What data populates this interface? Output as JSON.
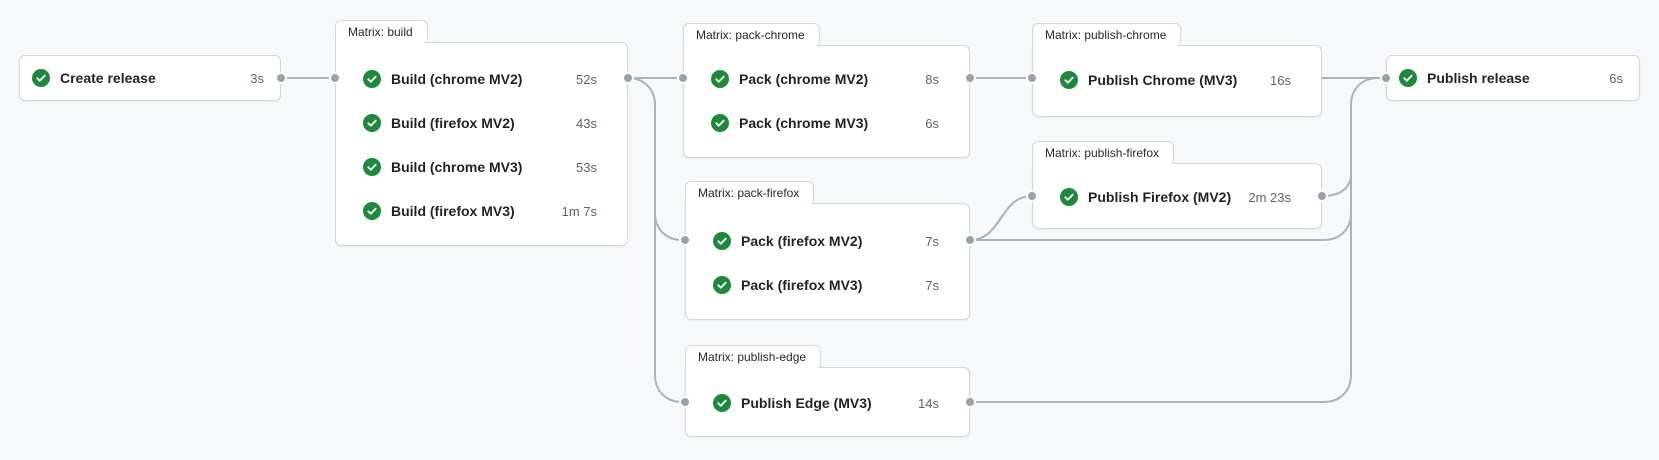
{
  "app": {
    "view": "workflow-run-graph"
  },
  "colors": {
    "background": "#f6f8fa",
    "card_background": "#ffffff",
    "card_border": "#d0d7de",
    "edge": "#a8b3bc",
    "connector_dot": "#98a2ac",
    "success_icon": "#1f883d",
    "job_text": "#1f2328",
    "duration_text": "#59636e"
  },
  "icons": {
    "status": "check-circle-icon"
  },
  "nodes": {
    "create_release": {
      "label": "Create release",
      "duration": "3s",
      "status": "success"
    },
    "build": {
      "tab": "Matrix: build",
      "rows": [
        {
          "label": "Build (chrome MV2)",
          "duration": "52s",
          "status": "success"
        },
        {
          "label": "Build (firefox MV2)",
          "duration": "43s",
          "status": "success"
        },
        {
          "label": "Build (chrome MV3)",
          "duration": "53s",
          "status": "success"
        },
        {
          "label": "Build (firefox MV3)",
          "duration": "1m 7s",
          "status": "success"
        }
      ]
    },
    "pack_chrome": {
      "tab": "Matrix: pack-chrome",
      "rows": [
        {
          "label": "Pack (chrome MV2)",
          "duration": "8s",
          "status": "success"
        },
        {
          "label": "Pack (chrome MV3)",
          "duration": "6s",
          "status": "success"
        }
      ]
    },
    "pack_firefox": {
      "tab": "Matrix: pack-firefox",
      "rows": [
        {
          "label": "Pack (firefox MV2)",
          "duration": "7s",
          "status": "success"
        },
        {
          "label": "Pack (firefox MV3)",
          "duration": "7s",
          "status": "success"
        }
      ]
    },
    "publish_chrome": {
      "tab": "Matrix: publish-chrome",
      "rows": [
        {
          "label": "Publish Chrome (MV3)",
          "duration": "16s",
          "status": "success"
        }
      ]
    },
    "publish_firefox": {
      "tab": "Matrix: publish-firefox",
      "rows": [
        {
          "label": "Publish Firefox (MV2)",
          "duration": "2m 23s",
          "status": "success"
        }
      ]
    },
    "publish_edge": {
      "tab": "Matrix: publish-edge",
      "rows": [
        {
          "label": "Publish Edge (MV3)",
          "duration": "14s",
          "status": "success"
        }
      ]
    },
    "publish_release": {
      "label": "Publish release",
      "duration": "6s",
      "status": "success"
    }
  }
}
